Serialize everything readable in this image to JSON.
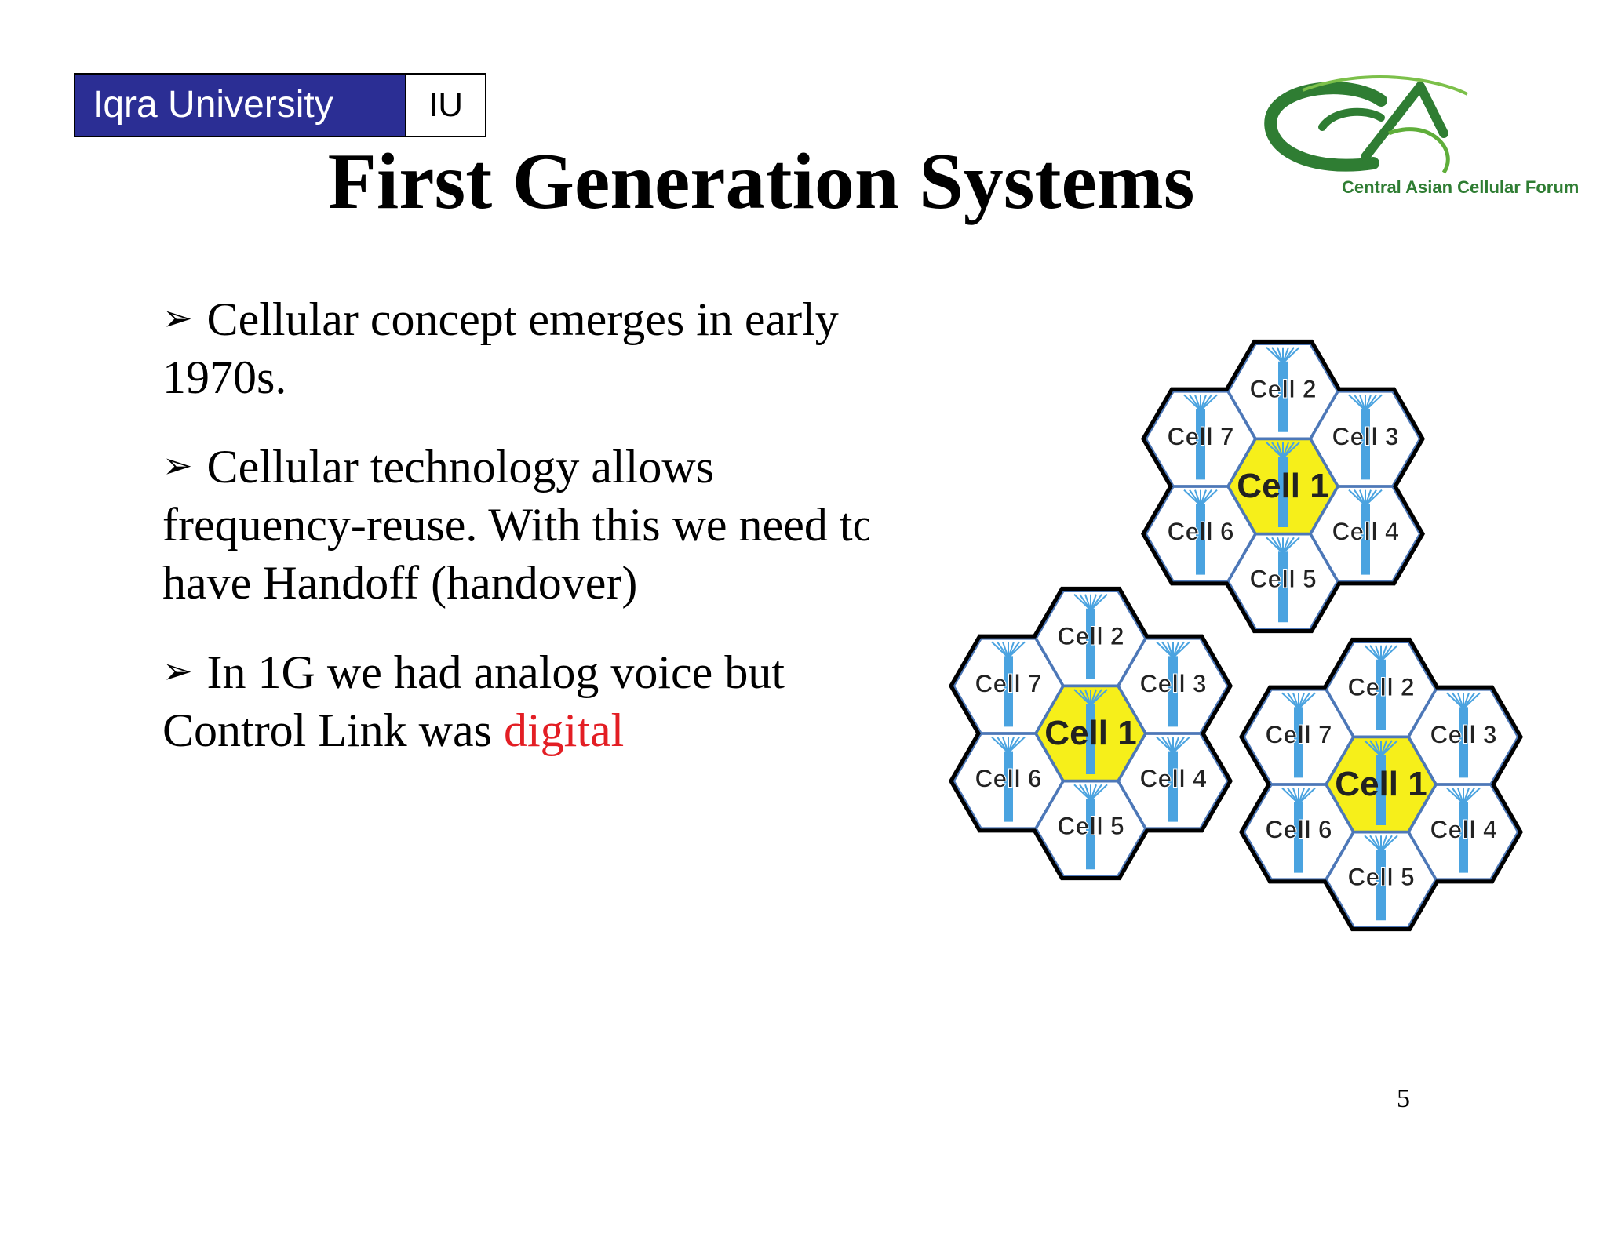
{
  "badge": {
    "name": "Iqra University",
    "abbr": "IU"
  },
  "title": "First Generation Systems",
  "logo": {
    "text": "Central Asian Cellular Forum",
    "icon": "caf-logo"
  },
  "bullets": [
    {
      "lines": [
        "Cellular concept emerges in early",
        "1970s."
      ]
    },
    {
      "lines": [
        "Cellular technology allows",
        "frequency-reuse. With this we need to",
        "have Handoff (handover)"
      ]
    },
    {
      "lines": [
        "In 1G we had analog voice but"
      ],
      "last_prefix": "Control Link was ",
      "last_highlight": "digital"
    }
  ],
  "diagram": {
    "clusters": [
      {
        "cells": [
          "Cell 1",
          "Cell 2",
          "Cell 3",
          "Cell 4",
          "Cell 5",
          "Cell 6",
          "Cell 7"
        ]
      },
      {
        "cells": [
          "Cell 1",
          "Cell 2",
          "Cell 3",
          "Cell 4",
          "Cell 5",
          "Cell 6",
          "Cell 7"
        ]
      },
      {
        "cells": [
          "Cell 1",
          "Cell 2",
          "Cell 3",
          "Cell 4",
          "Cell 5",
          "Cell 6",
          "Cell 7"
        ]
      }
    ],
    "colors": {
      "center": "#f6ef1a",
      "outer": "#ffffff",
      "tower": "#4aa3e0",
      "border": "#000000"
    }
  },
  "page_number": "5",
  "colors": {
    "badge": "#2b2e94",
    "highlight": "#e31e24",
    "logo_green": "#2f7d33"
  }
}
